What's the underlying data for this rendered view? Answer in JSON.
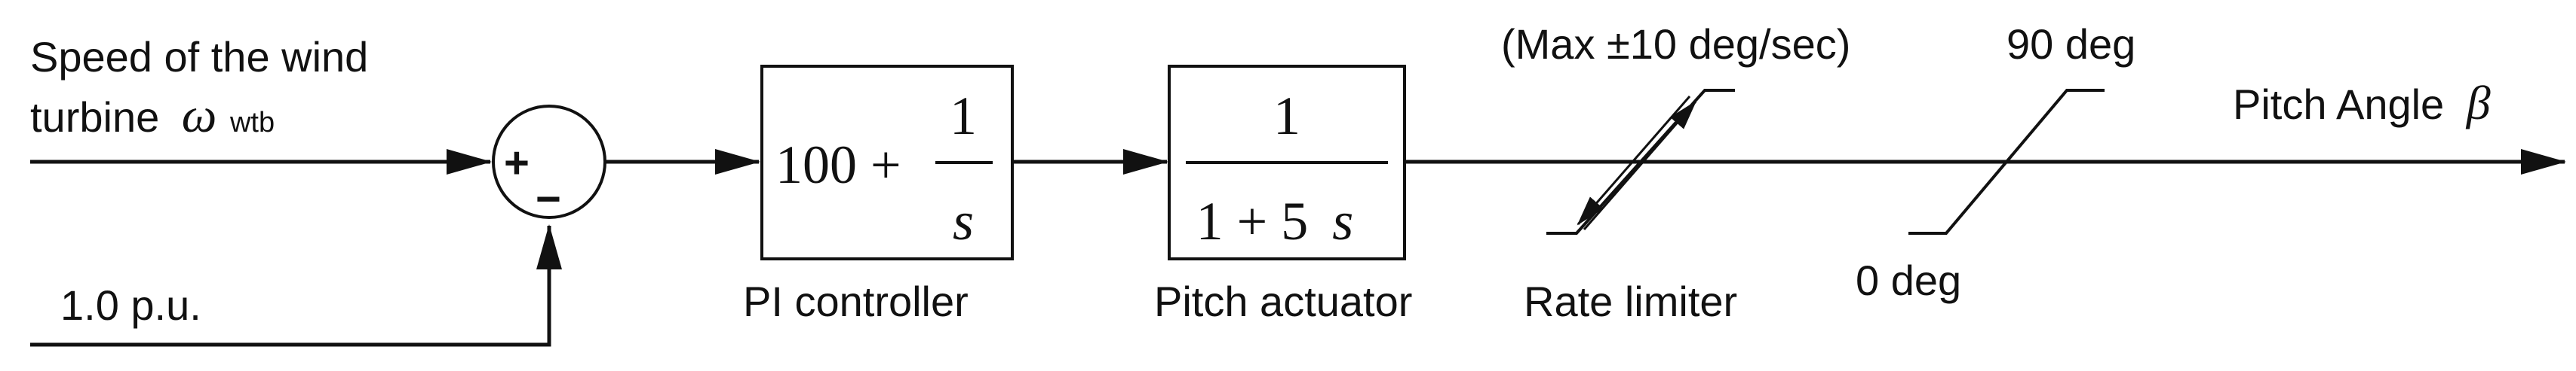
{
  "labels": {
    "input_line1": "Speed of the wind",
    "input_line2": "turbine",
    "input_omega": "ω",
    "input_omega_sub": "wtb",
    "reference": "1.0 p.u.",
    "sum_plus": "+",
    "sum_minus": "−",
    "pi_controller": "PI controller",
    "pitch_actuator": "Pitch actuator",
    "rate_limiter": "Rate limiter",
    "rate_limit_note": "(Max ±10 deg/sec)",
    "sat_upper": "90 deg",
    "sat_lower": "0 deg",
    "output_text": "Pitch Angle",
    "output_beta": "β"
  },
  "pi_block": {
    "constant": "100 +",
    "numerator": "1",
    "denominator": "s"
  },
  "actuator_block": {
    "numerator": "1",
    "denominator_const": "1 + 5",
    "denominator_var": "s"
  }
}
